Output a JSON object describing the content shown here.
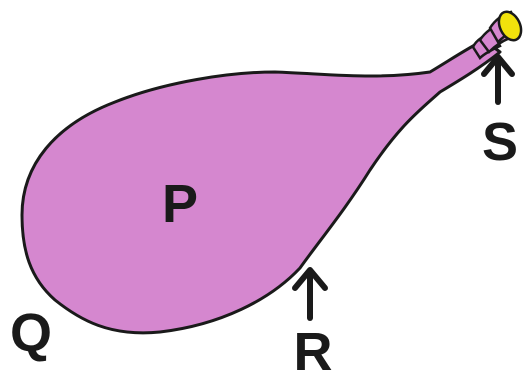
{
  "diagram": {
    "labels": {
      "body": "P",
      "base_end": "Q",
      "lower_edge": "R",
      "neck_tip": "S"
    },
    "colors": {
      "body_fill": "#d587cf",
      "tip_fill": "#f1e20c",
      "outline": "#1a1a1a",
      "background": "#ffffff"
    }
  }
}
